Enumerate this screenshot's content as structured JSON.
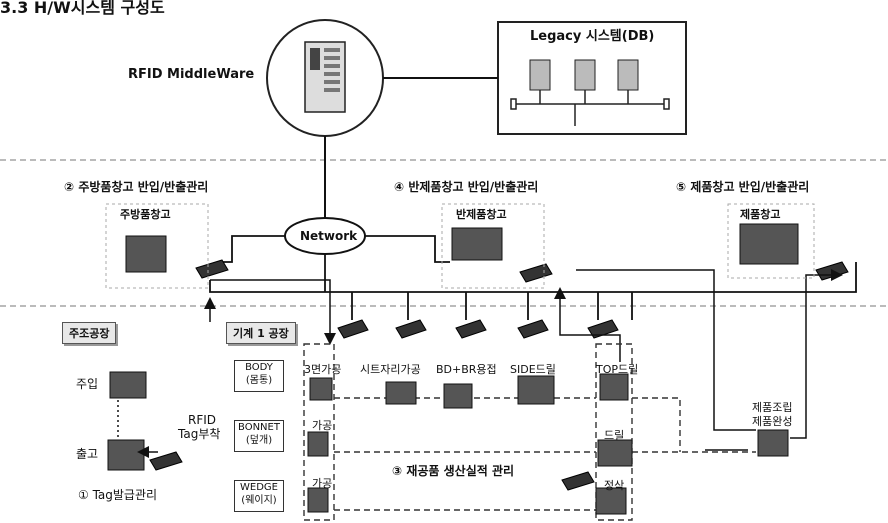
{
  "title": "3.3 H/W시스템 구성도",
  "middleware": {
    "label": "RFID MiddleWare"
  },
  "legacy": {
    "label": "Legacy 시스템(DB)"
  },
  "network": {
    "label": "Network"
  },
  "sections": {
    "s2": {
      "caption": "② 주방품창고 반입/반출관리",
      "box": "주방품창고"
    },
    "s4": {
      "caption": "④ 반제품창고 반입/반출관리",
      "box": "반제품창고"
    },
    "s5": {
      "caption": "⑤ 제품창고 반입/반출관리",
      "box": "제품창고"
    }
  },
  "casting": {
    "header": "주조공장",
    "in_label": "주입",
    "out_label": "출고",
    "rfid_label": "RFID",
    "tag_label": "Tag부착",
    "caption": "① Tag발급관리"
  },
  "machine": {
    "header": "기계 1 공장",
    "parts": [
      {
        "name": "BODY",
        "sub": "(몸통)"
      },
      {
        "name": "BONNET",
        "sub": "(덮개)"
      },
      {
        "name": "WEDGE",
        "sub": "(웨이지)"
      }
    ],
    "processes": {
      "p1": "3면가공",
      "p2": "시트자리가공",
      "p3": "BD+BR용접",
      "p4": "SIDE드릴",
      "p5": "TOP드릴",
      "p6": "가공",
      "p7": "드릴",
      "p8": "가공",
      "p9": "정삭"
    },
    "caption": "③ 재공품 생산실적 관리"
  },
  "assembly": {
    "line1": "제품조립",
    "line2": "제품완성"
  },
  "colors": {
    "line": "#111111",
    "dash": "#333333",
    "box_fill": "#e8e8e8"
  }
}
